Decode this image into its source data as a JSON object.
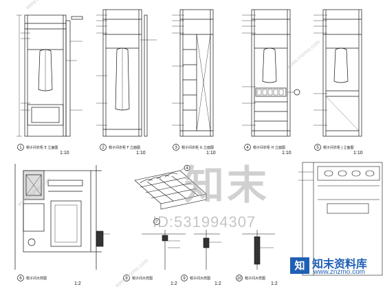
{
  "drawing": {
    "panels": [
      {
        "id": "1",
        "caption": "帽子间衣柜 E 立面图",
        "scale": "1:10"
      },
      {
        "id": "2",
        "caption": "帽子间衣柜 F 立面图",
        "scale": "1:10"
      },
      {
        "id": "3",
        "caption": "帽子间衣柜 G 立面图",
        "scale": "1:10"
      },
      {
        "id": "4",
        "caption": "帽子间衣柜 H 立面图",
        "scale": "1:10"
      },
      {
        "id": "5",
        "caption": "帽子间衣柜 J 立面图",
        "scale": "1:10"
      },
      {
        "id": "6",
        "caption": "帽子间大样图",
        "scale": "1:2"
      },
      {
        "id": "8",
        "caption": "帽子间大样图",
        "scale": "1:2"
      },
      {
        "id": "9",
        "caption": "帽子间大样图",
        "scale": "1:2"
      },
      {
        "id": "10",
        "caption": "帽子间大样图",
        "scale": "1:2"
      }
    ],
    "detail_callouts": [
      "7",
      "4"
    ]
  },
  "watermark": {
    "big_text": "知末",
    "id_text": "ID:531994307",
    "diagonal_text": "www.znzmo.com"
  },
  "logo": {
    "mark": "知",
    "name": "知末资料库",
    "url": "www.znzmo.com"
  },
  "colors": {
    "line": "#111111",
    "logo_blue": "#1f5fb4"
  }
}
